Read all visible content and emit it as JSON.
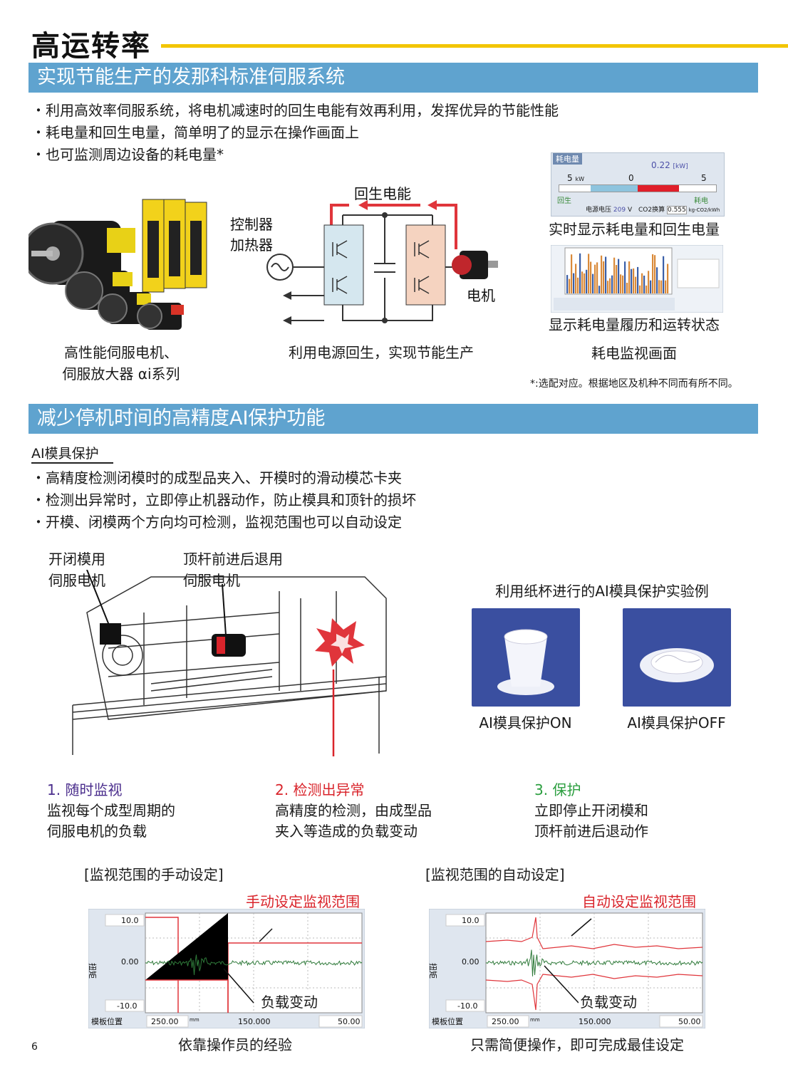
{
  "header": {
    "title": "高运转率"
  },
  "section1": {
    "heading": "实现节能生产的发那科标准伺服系统",
    "bullets": [
      "利用高效率伺服系统，将电机减速时的回生电能有效再利用，发挥优异的节能性能",
      "耗电量和回生电量，简单明了的显示在操作画面上",
      "也可监测周边设备的耗电量*"
    ],
    "motor_caption_line1": "高性能伺服电机、",
    "motor_caption_line2": "伺服放大器 αi系列",
    "diagram": {
      "regen_label": "回生电能",
      "controller_label_1": "控制器",
      "controller_label_2": "加热器",
      "motor_label": "电机",
      "caption": "利用电源回生，实现节能生产"
    },
    "monitor": {
      "screen1": {
        "header": "耗电量",
        "value": "0.22",
        "value_unit": "[kW]",
        "scale_left": "5",
        "scale_left_unit": "kW",
        "scale_mid": "0",
        "scale_right": "5",
        "left_label": "回生",
        "right_label": "耗电",
        "voltage_label": "电源电压",
        "voltage_value": "209",
        "voltage_unit": "V",
        "co2_label": "CO2换算",
        "co2_value": "0.555",
        "co2_unit": "kg-CO2/kWh"
      },
      "caption1": "实时显示耗电量和回生电量",
      "caption2": "显示耗电量履历和运转状态",
      "caption3": "耗电监视画面"
    },
    "footnote": "*:选配对应。根据地区及机种不同而有所不同。"
  },
  "section2": {
    "heading": "减少停机时间的高精度AI保护功能",
    "subheading": "AI模具保护",
    "bullets": [
      "高精度检测闭模时的成型品夹入、开模时的滑动模芯卡夹",
      "检测出异常时，立即停止机器动作，防止模具和顶针的损坏",
      "开模、闭模两个方向均可检测，监视范围也可以自动设定"
    ],
    "machine_labels": {
      "mold_motor_1": "开闭模用",
      "mold_motor_2": "伺服电机",
      "ejector_motor_1": "顶杆前进后退用",
      "ejector_motor_2": "伺服电机"
    },
    "experiment": {
      "title": "利用纸杯进行的AI模具保护实验例",
      "on_label": "AI模具保护ON",
      "off_label": "AI模具保护OFF"
    },
    "steps": [
      {
        "title": "1. 随时监视",
        "line1": "监视每个成型周期的",
        "line2": "伺服电机的负载"
      },
      {
        "title": "2. 检测出异常",
        "line1": "高精度的检测，由成型品",
        "line2": "夹入等造成的负载变动"
      },
      {
        "title": "3. 保护",
        "line1": "立即停止开闭模和",
        "line2": "顶杆前进后退动作"
      }
    ],
    "charts": [
      {
        "heading": "[监视范围的手动设定]",
        "range_note": "手动设定监视范围",
        "load_note": "负载变动",
        "y_label": "扭矩",
        "y_top": "10.0",
        "y_mid": "0.00",
        "y_bottom": "-10.0",
        "x_label": "模板位置",
        "x_left": "250.00",
        "x_unit": "mm",
        "x_mid": "150.000",
        "x_right": "50.00",
        "caption": "依靠操作员的经验"
      },
      {
        "heading": "[监视范围的自动设定]",
        "range_note": "自动设定监视范围",
        "load_note": "负载变动",
        "y_label": "扭矩",
        "y_top": "10.0",
        "y_mid": "0.00",
        "y_bottom": "-10.0",
        "x_label": "模板位置",
        "x_left": "250.00",
        "x_unit": "mm",
        "x_mid": "150.000",
        "x_right": "50.00",
        "caption": "只需简便操作，即可完成最佳设定"
      }
    ]
  },
  "footer": {
    "page_number": "6"
  }
}
